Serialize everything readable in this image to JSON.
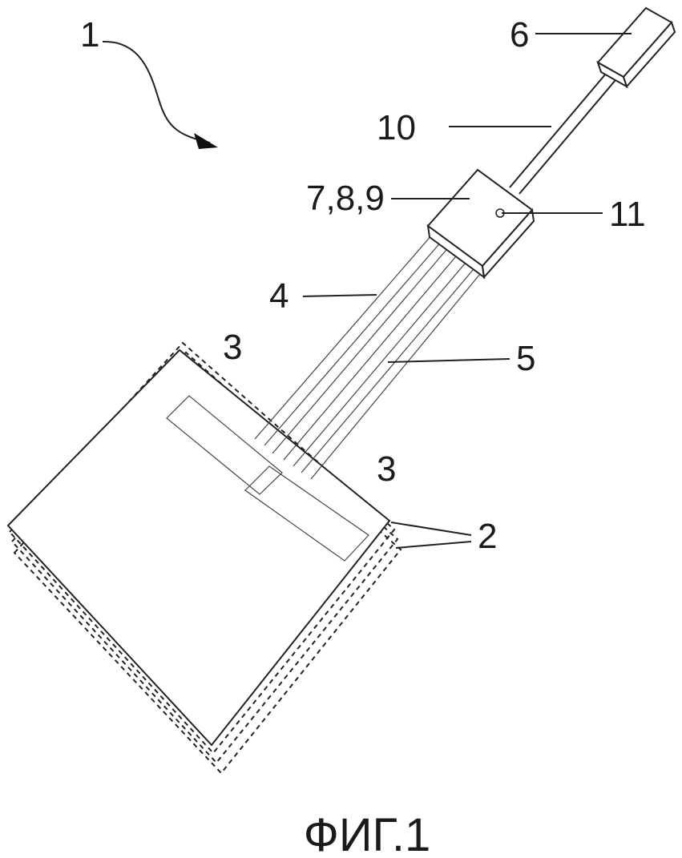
{
  "labels": {
    "assembly": "1",
    "battery_cells": "2",
    "tab_upper": "3",
    "tab_lower": "3",
    "wire_a": "4",
    "wire_b": "5",
    "connector": "6",
    "module": "7,8,9",
    "cable": "10",
    "indicator": "11"
  },
  "caption": "ФИГ.1"
}
